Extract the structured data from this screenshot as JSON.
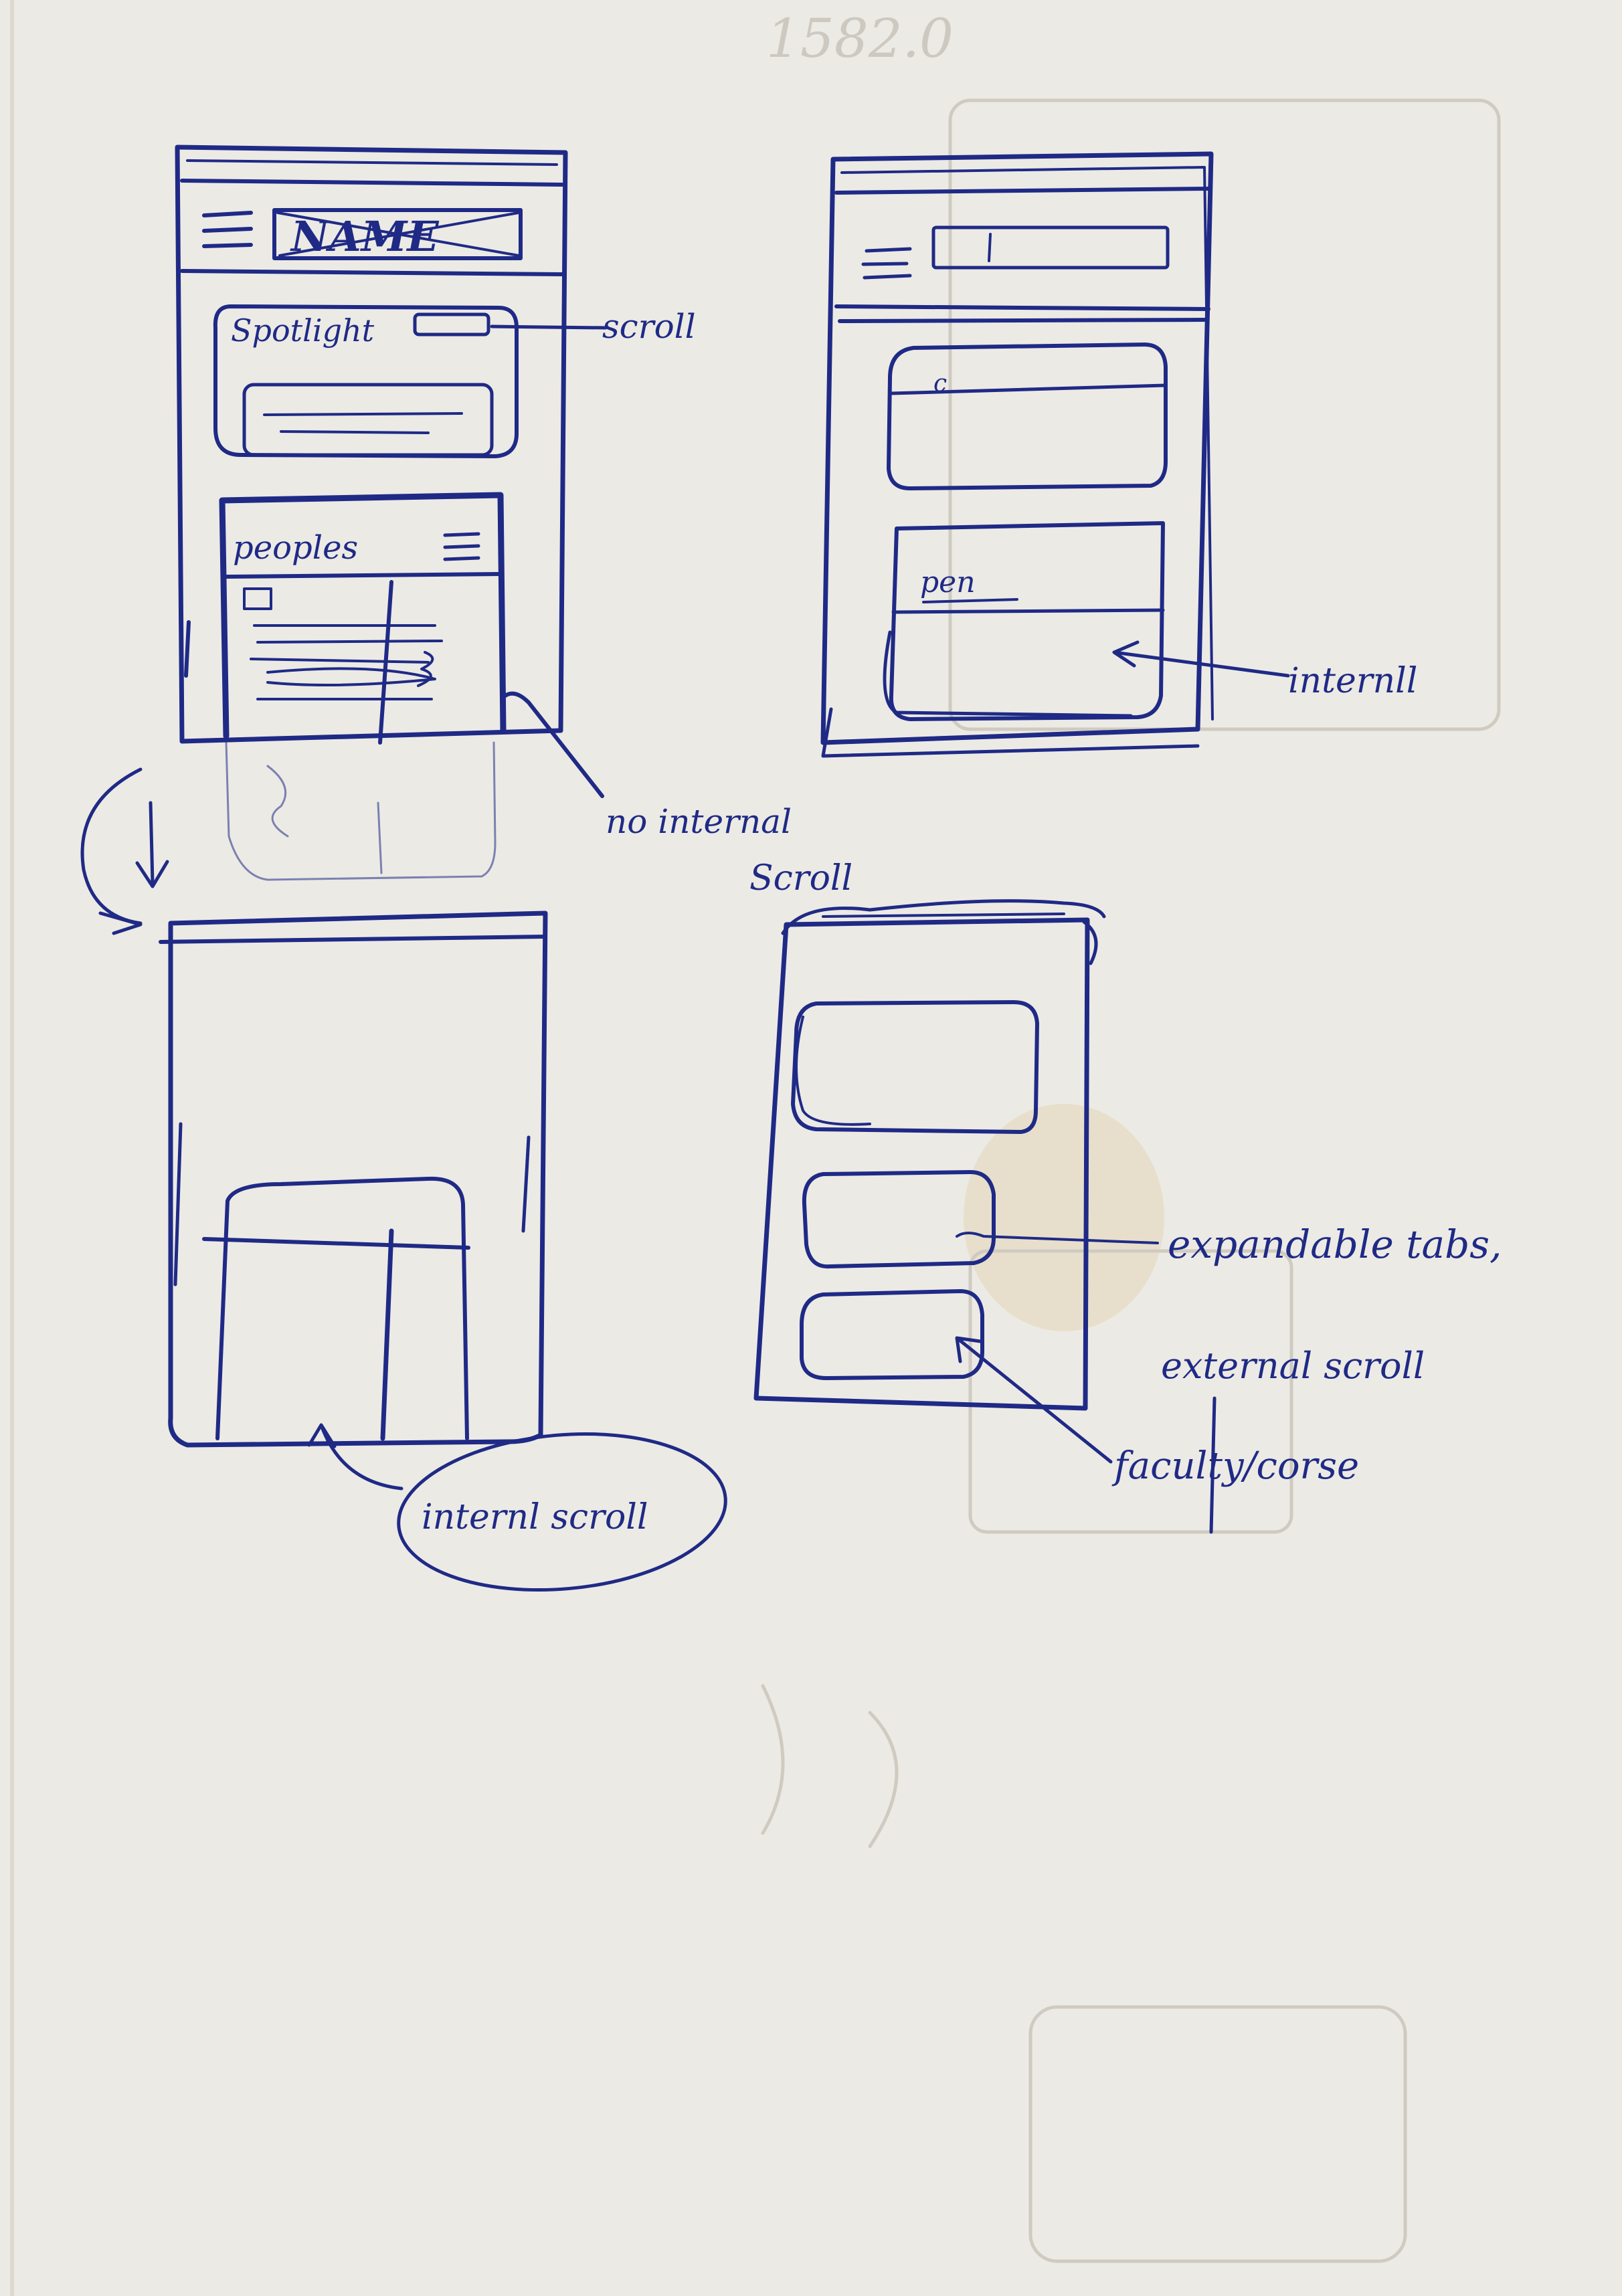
{
  "page": {
    "paper_color": "#eceae4",
    "ink_color": "#1f2a86",
    "bleed_color": "#cdc9c0",
    "stain_color": "#e3d2ad",
    "corner_mark": "1582.0"
  },
  "sketch_1": {
    "header_label": "NAME",
    "spotlight_label": "Spotlight",
    "scroll_note": "scroll",
    "section_label": "peoples",
    "scroll_arrow_icon": "curved-arrow-down-icon"
  },
  "sketch_2": {
    "card_label": "pen",
    "internal_note": "internll"
  },
  "between_note": {
    "line1": "no internal",
    "line2": "Scroll"
  },
  "sketch_3": {
    "internal_scroll_note": "internl scroll"
  },
  "sketch_4": {
    "expandable_note_line1": "expandable tabs,",
    "expandable_note_line2": "external scroll",
    "faculty_note": "faculty/corse"
  }
}
